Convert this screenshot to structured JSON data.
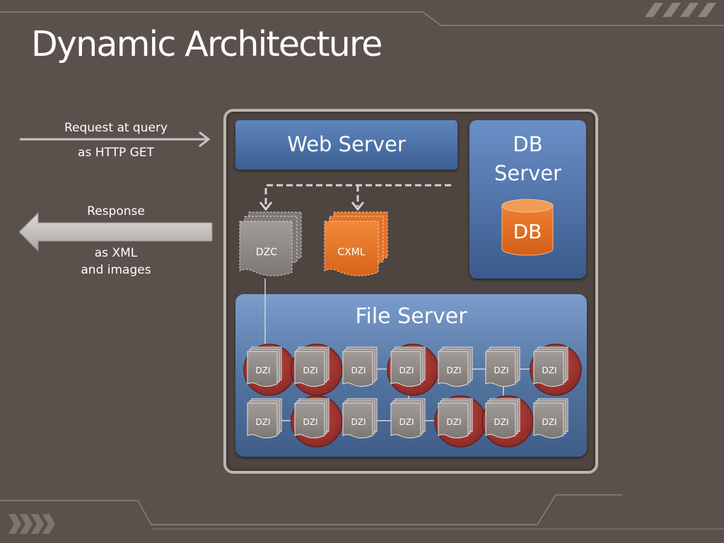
{
  "slide": {
    "title": "Dynamic Architecture"
  },
  "client": {
    "request_line1": "Request at query",
    "request_line2": "as HTTP GET",
    "response_label": "Response",
    "response_line2": "as XML",
    "response_line3": "and images"
  },
  "servers": {
    "web_server": "Web Server",
    "db_server_line1": "DB",
    "db_server_line2": "Server",
    "db_label": "DB",
    "file_server": "File Server"
  },
  "files": {
    "dzc": "DZC",
    "cxml": "CXML",
    "dzi": "DZI"
  },
  "dzi_grid": {
    "row1_highlighted": [
      true,
      true,
      false,
      true,
      false,
      false,
      true
    ],
    "row2_highlighted": [
      false,
      true,
      false,
      false,
      true,
      true,
      false
    ]
  },
  "colors": {
    "background": "#5b514c",
    "server_blue": "#4a6ea3",
    "db_orange": "#e5731f",
    "highlight_red": "#a33531",
    "doc_gray": "#8f8985"
  }
}
